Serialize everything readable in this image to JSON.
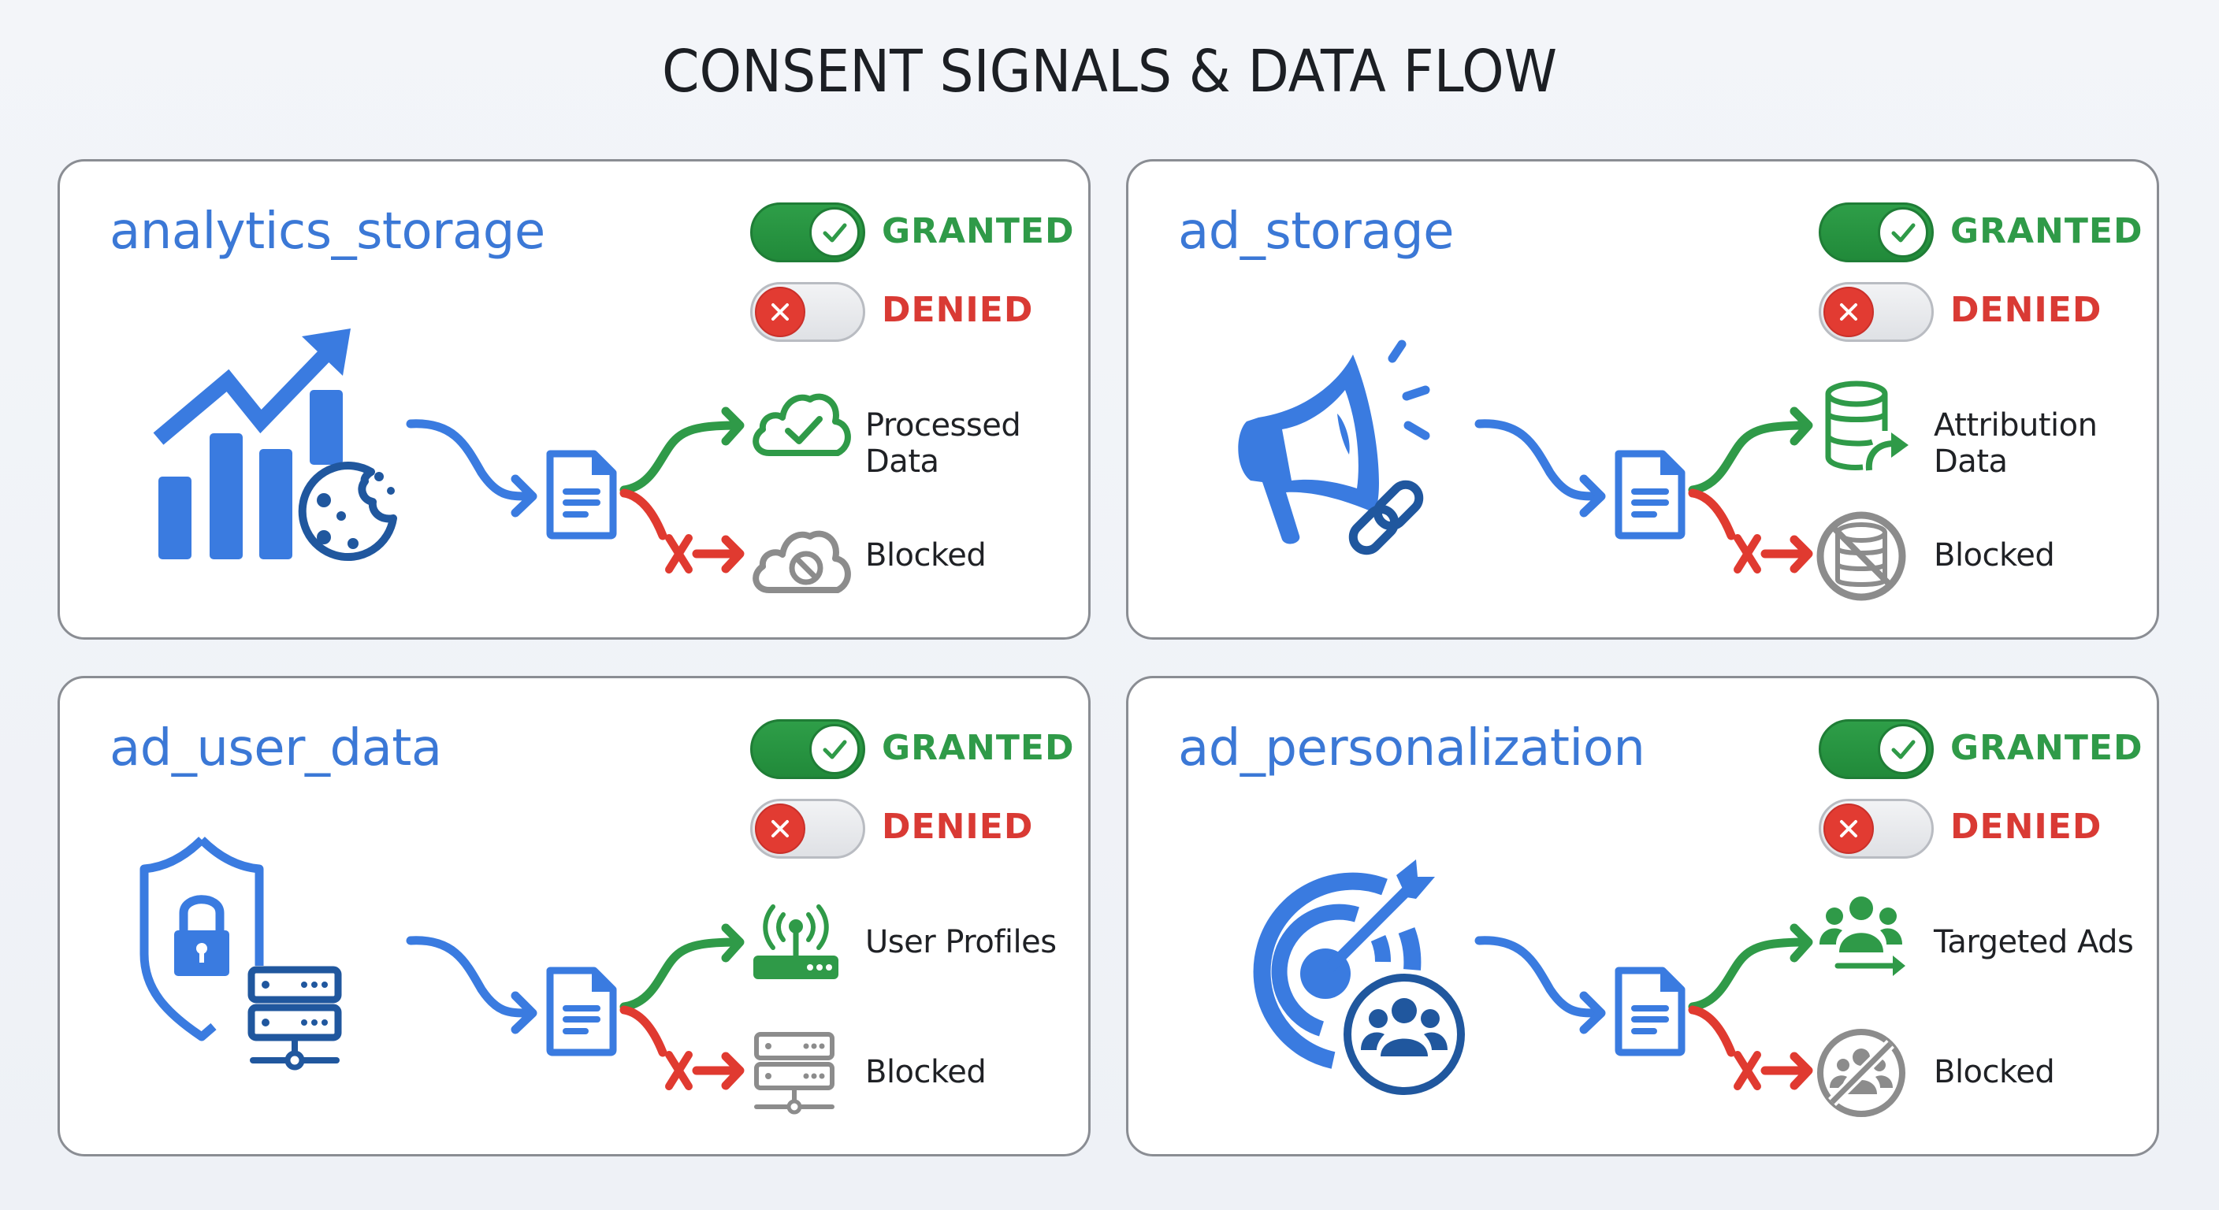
{
  "title": "CONSENT SIGNALS & DATA FLOW",
  "colors": {
    "title_blue": "#3b78d6",
    "icon_blue": "#3a7be0",
    "icon_dark_blue": "#20579e",
    "granted_green": "#2f9a48",
    "denied_red": "#d93a34",
    "blocked_gray": "#8c8c8c",
    "card_border": "#8a8d93",
    "background": "#f1f3f8"
  },
  "toggles": {
    "granted_label": "GRANTED",
    "denied_label": "DENIED",
    "granted_icon": "check-icon",
    "denied_icon": "x-icon"
  },
  "cards": [
    {
      "title": "analytics_storage",
      "main_icon": "chart-cookie-icon",
      "granted_state": true,
      "denied_state": false,
      "granted_result": {
        "label": "Processed Data",
        "icon": "cloud-check-icon"
      },
      "blocked_result": {
        "label": "Blocked",
        "icon": "cloud-blocked-icon"
      }
    },
    {
      "title": "ad_storage",
      "main_icon": "megaphone-link-icon",
      "granted_state": true,
      "denied_state": false,
      "granted_result": {
        "label": "Attribution Data",
        "icon": "database-share-icon"
      },
      "blocked_result": {
        "label": "Blocked",
        "icon": "database-blocked-icon"
      }
    },
    {
      "title": "ad_user_data",
      "main_icon": "shield-lock-server-icon",
      "granted_state": true,
      "denied_state": false,
      "granted_result": {
        "label": "User Profiles",
        "icon": "router-icon"
      },
      "blocked_result": {
        "label": "Blocked",
        "icon": "server-blocked-icon"
      }
    },
    {
      "title": "ad_personalization",
      "main_icon": "target-audience-icon",
      "granted_state": true,
      "denied_state": false,
      "granted_result": {
        "label": "Targeted Ads",
        "icon": "group-arrow-icon"
      },
      "blocked_result": {
        "label": "Blocked",
        "icon": "group-blocked-icon"
      }
    }
  ]
}
